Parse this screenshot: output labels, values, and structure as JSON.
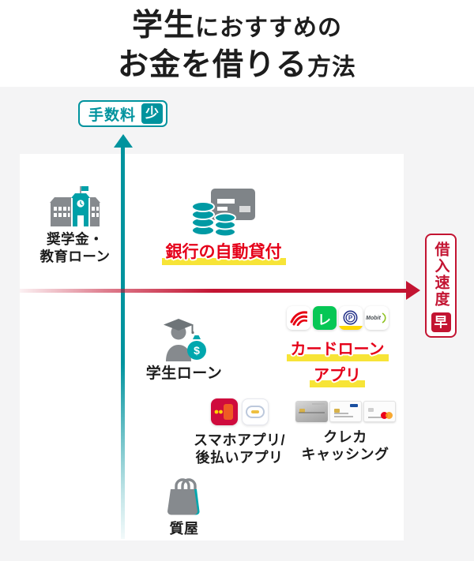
{
  "title": {
    "line1_strong": "学生",
    "line1_rest": "におすすめの",
    "line2_strong": "お金を借りる",
    "line2_rest": "方法"
  },
  "axes": {
    "fee": {
      "label": "手数料",
      "badge": "少"
    },
    "speed": {
      "label": "借入速度",
      "badge": "早"
    }
  },
  "items": {
    "scholarship": {
      "line1": "奨学金・",
      "line2": "教育ローン",
      "icon": "school-icon"
    },
    "bank_auto_lending": {
      "label": "銀行の自動貸付",
      "icon": "coins-and-card-icon"
    },
    "student_loan": {
      "label": "学生ローン",
      "icon": "graduate-with-moneybag-icon",
      "bag_symbol": "$"
    },
    "card_loan_app": {
      "line1": "カードローン",
      "line2": "アプリ",
      "app_icons": [
        "red-stripe-logo-app-icon",
        "lake-app-icon",
        "promise-app-icon",
        "mobit-app-icon"
      ],
      "lake_letter": "レ",
      "promise_letter": "P",
      "mobit_text": "Mobit"
    },
    "smartphone_app": {
      "line1": "スマホアプリ/",
      "line2": "後払いアプリ",
      "app_icons": [
        "vandle-card-app-icon",
        "b43-app-icon"
      ]
    },
    "credit_card_cashing": {
      "line1": "クレカ",
      "line2": "キャッシング",
      "card_icons": [
        "credit-card-silver",
        "credit-card-white-blue-logo",
        "credit-card-mastercard"
      ]
    },
    "pawn_shop": {
      "label": "質屋",
      "icon": "handbag-icon"
    }
  },
  "colors": {
    "teal": "#00939e",
    "axis_red": "#c31432",
    "accent_red_text": "#e50019",
    "highlight_yellow": "#f7e437",
    "icon_gray": "#868a8e",
    "background_gray": "#f4f4f5"
  }
}
